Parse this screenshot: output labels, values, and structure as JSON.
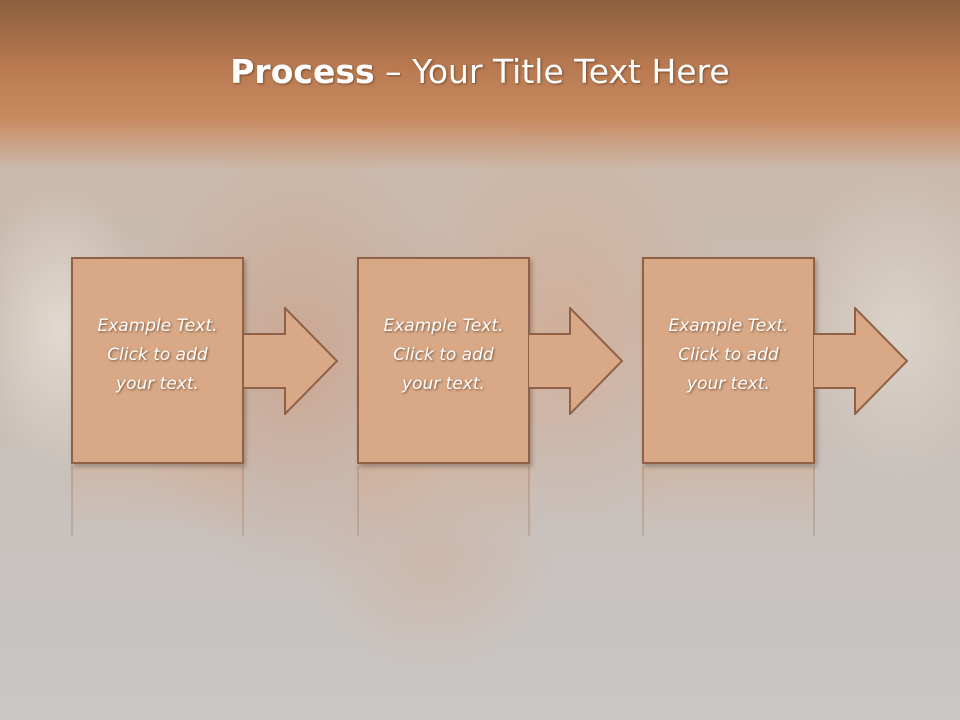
{
  "slide": {
    "title_bold": "Process",
    "title_rest": " – Your Title Text Here"
  },
  "steps": [
    {
      "line1": "Example Text.",
      "line2": "Click  to add",
      "line3": "your text."
    },
    {
      "line1": "Example Text.",
      "line2": "Click  to add",
      "line3": "your text."
    },
    {
      "line1": "Example Text.",
      "line2": "Click  to add",
      "line3": "your text."
    }
  ],
  "colors": {
    "title_band": "#b97a51",
    "box_fill": "#d9a987",
    "box_border": "#8f6247",
    "text": "#ffffff"
  },
  "icons": [
    "arrow-right-icon",
    "arrow-right-icon",
    "arrow-right-icon"
  ]
}
